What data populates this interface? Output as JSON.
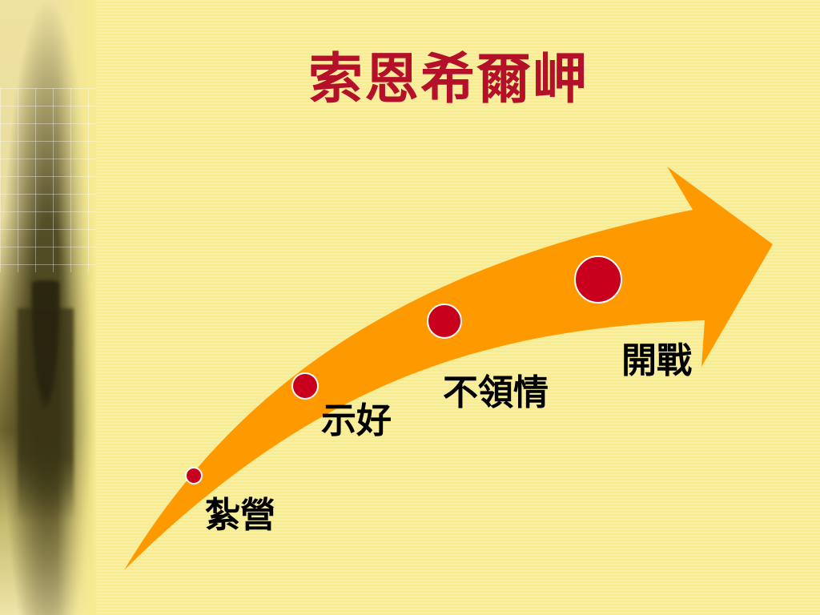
{
  "slide": {
    "title": "索恩希爾岬",
    "title_color": "#b5102a",
    "arrow_color": "#ff9900",
    "dot_color": "#c8001e"
  },
  "steps": [
    {
      "label": "紮營"
    },
    {
      "label": "示好"
    },
    {
      "label": "不領情"
    },
    {
      "label": "開戰"
    }
  ]
}
